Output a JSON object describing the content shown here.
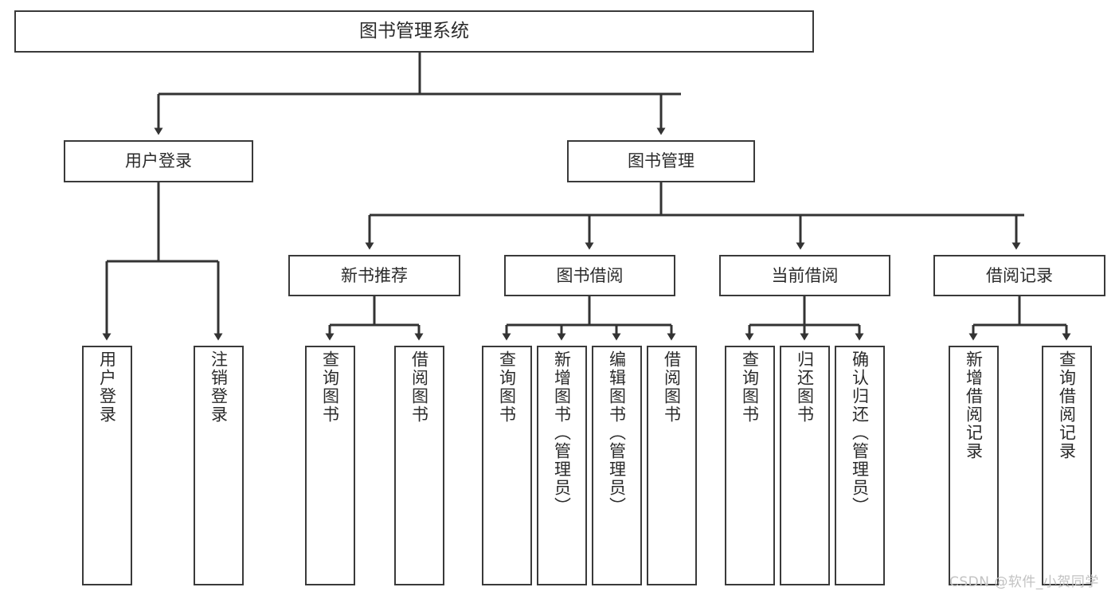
{
  "diagram": {
    "title": "图书管理系统",
    "watermark": "CSDN @软件_小贺同学",
    "colors": {
      "box_border": "#3a3a3a",
      "box_fill": "#ffffff",
      "connector": "#333333",
      "text": "#2b2b2b",
      "watermark": "#c2c2c2"
    },
    "level2": [
      {
        "label": "用户登录"
      },
      {
        "label": "图书管理"
      }
    ],
    "level3": [
      {
        "label": "新书推荐"
      },
      {
        "label": "图书借阅"
      },
      {
        "label": "当前借阅"
      },
      {
        "label": "借阅记录"
      }
    ],
    "leaves": {
      "login": [
        {
          "label": "用户登录"
        },
        {
          "label": "注销登录"
        }
      ],
      "new_books": [
        {
          "label": "查询图书"
        },
        {
          "label": "借阅图书"
        }
      ],
      "book_borrow": [
        {
          "label": "查询图书"
        },
        {
          "label": "新增图书（管理员）"
        },
        {
          "label": "编辑图书（管理员）"
        },
        {
          "label": "借阅图书"
        }
      ],
      "current_borrow": [
        {
          "label": "查询图书"
        },
        {
          "label": "归还图书"
        },
        {
          "label": "确认归还（管理员）"
        }
      ],
      "borrow_records": [
        {
          "label": "新增借阅记录"
        },
        {
          "label": "查询借阅记录"
        }
      ]
    }
  }
}
